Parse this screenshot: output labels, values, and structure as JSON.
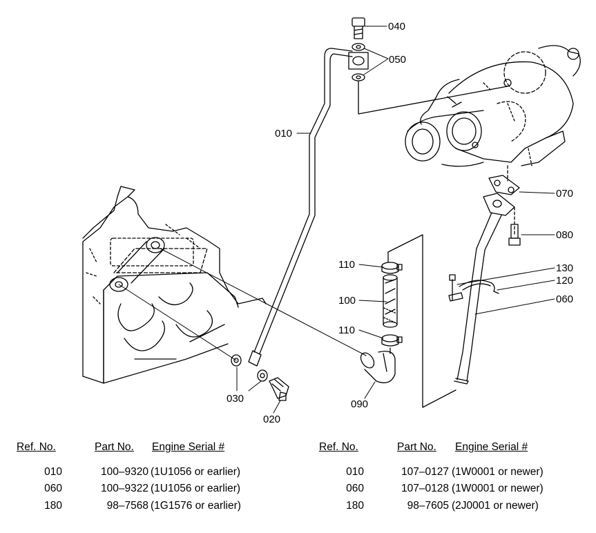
{
  "callouts": {
    "c040": "040",
    "c050": "050",
    "c010": "010",
    "c070": "070",
    "c080": "080",
    "c110a": "110",
    "c100": "100",
    "c110b": "110",
    "c130": "130",
    "c120": "120",
    "c060": "060",
    "c030": "030",
    "c090": "090",
    "c020": "020"
  },
  "table_left": {
    "headers": {
      "ref": "Ref. No.",
      "part": "Part No.",
      "serial": "Engine Serial #"
    },
    "rows": [
      {
        "ref": "010",
        "part": "100–9320",
        "serial": "(1U1056 or earlier)"
      },
      {
        "ref": "060",
        "part": "100–9322",
        "serial": "(1U1056 or earlier)"
      },
      {
        "ref": "180",
        "part": "98–7568",
        "serial": "(1G1576 or earlier)"
      }
    ]
  },
  "table_right": {
    "headers": {
      "ref": "Ref. No.",
      "part": "Part No.",
      "serial": "Engine Serial #"
    },
    "rows": [
      {
        "ref": "010",
        "part": "107–0127",
        "serial": "(1W0001 or newer)"
      },
      {
        "ref": "060",
        "part": "107–0128",
        "serial": "(1W0001 or newer)"
      },
      {
        "ref": "180",
        "part": "98–7605",
        "serial": "(2J0001 or newer)"
      }
    ]
  }
}
